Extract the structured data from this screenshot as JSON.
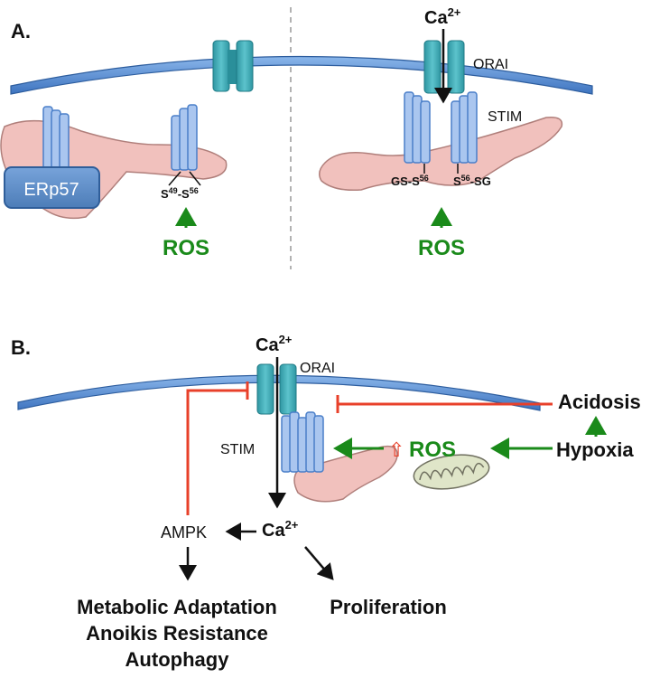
{
  "panel_a": {
    "label": "A.",
    "erp57_label": "ERp57",
    "disulfide_left_s": "S",
    "disulfide_left_sup": "49",
    "disulfide_right_s": "-S",
    "disulfide_right_sup": "56",
    "ros_left": "ROS",
    "ca_label": "Ca",
    "ca_sup": "2+",
    "orai_label": "ORAI",
    "stim_label": "STIM",
    "gs_left": "GS-S",
    "gs_left_sup": "56",
    "gs_right_s": "S",
    "gs_right_sup": "56",
    "gs_right_suffix": "-SG",
    "ros_right": "ROS"
  },
  "panel_b": {
    "label": "B.",
    "ca_top": "Ca",
    "ca_top_sup": "2+",
    "orai_label": "ORAI",
    "stim_label": "STIM",
    "ros_label": "ROS",
    "up_arrow_glyph": "⇧",
    "acidosis_label": "Acidosis",
    "hypoxia_label": "Hypoxia",
    "ampk_label": "AMPK",
    "ca_mid": "Ca",
    "ca_mid_sup": "2+",
    "outcome_lines": [
      "Metabolic Adaptation",
      "Anoikis Resistance",
      "Autophagy"
    ],
    "proliferation_label": "Proliferation"
  },
  "colors": {
    "membrane": "#5b8fd0",
    "orai": "#3aa8b3",
    "stim": "#aac6ef",
    "stim_stroke": "#4a7fc9",
    "er": "#f1c1bd",
    "er_stroke": "#b07f7b",
    "erp57": "#5f8dc6",
    "green": "#1a8a1a",
    "red": "#e8402a"
  }
}
